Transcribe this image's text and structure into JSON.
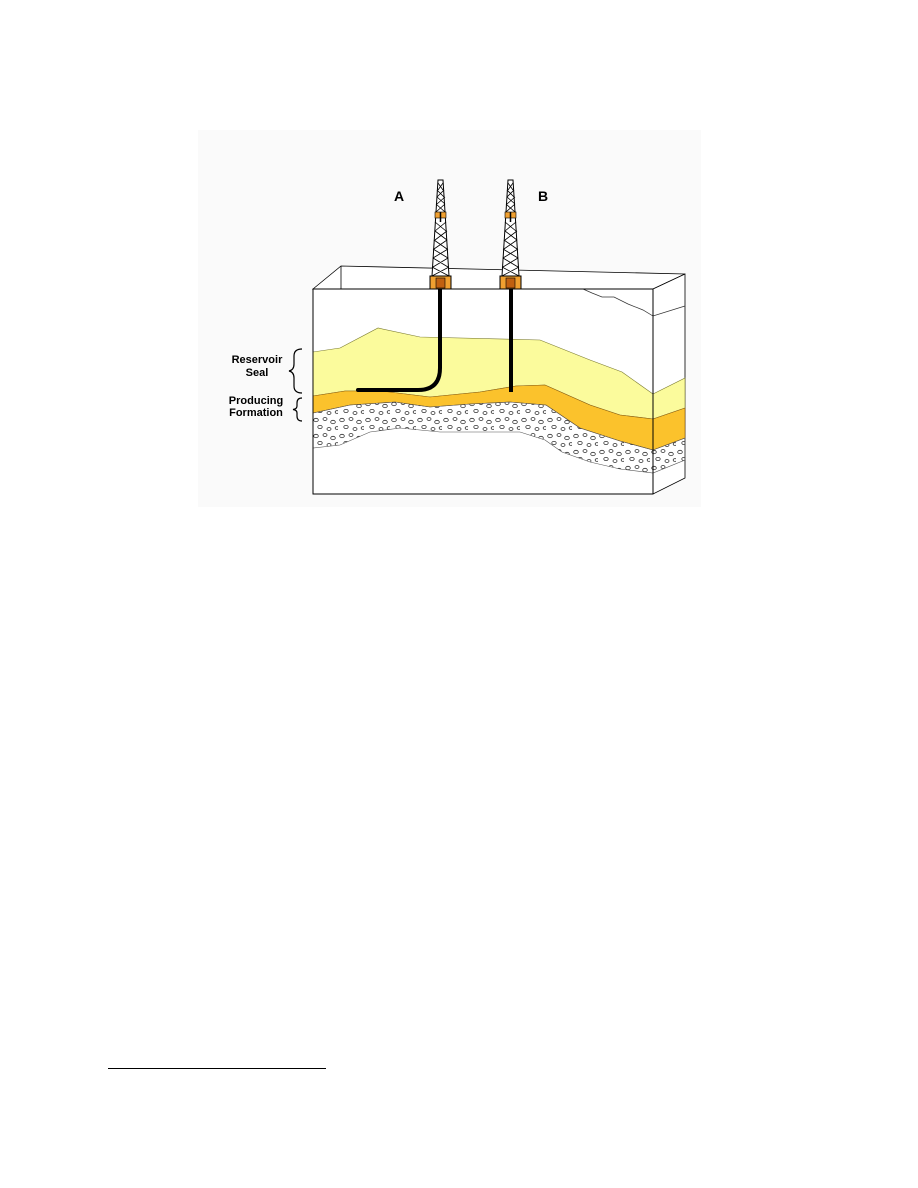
{
  "diagram": {
    "rig_a_label": "A",
    "rig_b_label": "B",
    "label_reservoir_line1": "Reservoir",
    "label_reservoir_line2": "Seal",
    "label_producing_line1": "Producing",
    "label_producing_line2": "Formation"
  },
  "colors": {
    "seal_layer": "#fbfb9c",
    "producing_layer": "#fbc22c",
    "wellhead": "#f0a030",
    "figure_background": "#fafafa"
  }
}
